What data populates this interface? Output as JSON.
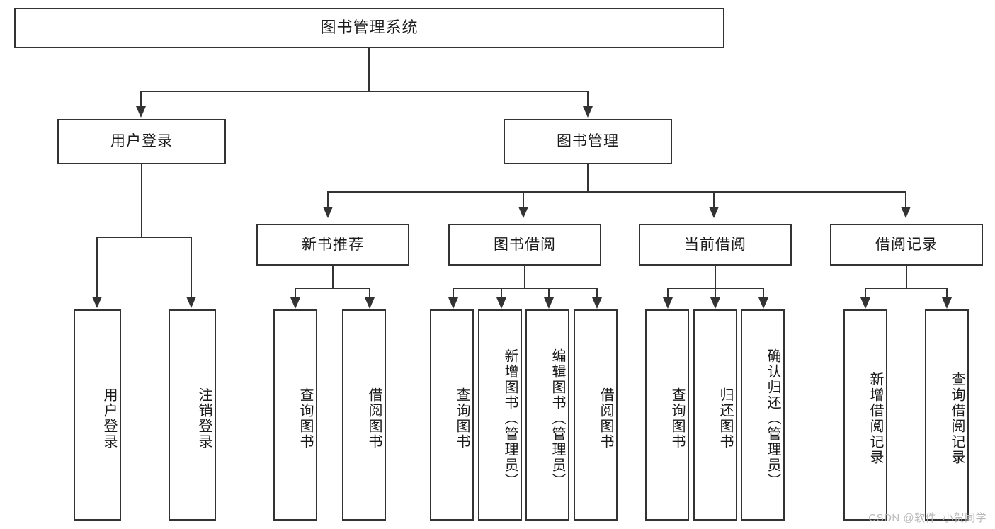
{
  "diagram": {
    "type": "tree-hierarchy",
    "title": "图书管理系统",
    "root": {
      "label": "图书管理系统"
    },
    "level2": [
      {
        "id": "user-login",
        "label": "用户登录"
      },
      {
        "id": "book-management",
        "label": "图书管理"
      }
    ],
    "level3": [
      {
        "id": "new-book-recommend",
        "label": "新书推荐",
        "parent": "book-management"
      },
      {
        "id": "book-borrow",
        "label": "图书借阅",
        "parent": "book-management"
      },
      {
        "id": "current-borrow",
        "label": "当前借阅",
        "parent": "book-management"
      },
      {
        "id": "borrow-record",
        "label": "借阅记录",
        "parent": "book-management"
      }
    ],
    "leaves": {
      "user-login": [
        {
          "id": "leaf-user-login",
          "label": "用户登录"
        },
        {
          "id": "leaf-logout-login",
          "label": "注销登录"
        }
      ],
      "new-book-recommend": [
        {
          "id": "leaf-query-book-1",
          "label": "查询图书"
        },
        {
          "id": "leaf-borrow-book-1",
          "label": "借阅图书"
        }
      ],
      "book-borrow": [
        {
          "id": "leaf-query-book-2",
          "label": "查询图书"
        },
        {
          "id": "leaf-add-book",
          "label": "新增图书（管理员）"
        },
        {
          "id": "leaf-edit-book",
          "label": "编辑图书（管理员）"
        },
        {
          "id": "leaf-borrow-book-2",
          "label": "借阅图书"
        }
      ],
      "current-borrow": [
        {
          "id": "leaf-query-book-3",
          "label": "查询图书"
        },
        {
          "id": "leaf-return-book",
          "label": "归还图书"
        },
        {
          "id": "leaf-confirm-return",
          "label": "确认归还（管理员）"
        }
      ],
      "borrow-record": [
        {
          "id": "leaf-add-record",
          "label": "新增借阅记录"
        },
        {
          "id": "leaf-query-record",
          "label": "查询借阅记录"
        }
      ]
    },
    "colors": {
      "border": "#333333",
      "background": "#ffffff",
      "text": "#1a1a1a",
      "watermark": "#b9b9b9"
    }
  },
  "watermark": {
    "text": "CSDN @软件_小贺同学"
  }
}
